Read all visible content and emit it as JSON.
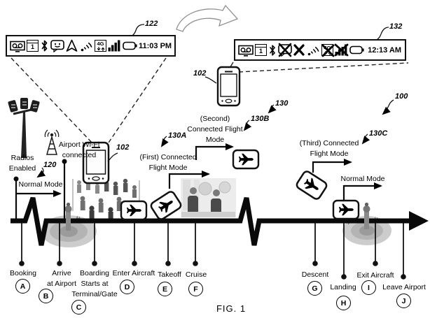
{
  "figure": {
    "caption": "FIG. 1",
    "system_ref": "100"
  },
  "status_bars": {
    "normal": {
      "ref": "122",
      "time": "11:03 PM",
      "calendar_day": "1",
      "network_label": "4G",
      "icons": [
        "voicemail-icon",
        "calendar-icon",
        "bluetooth-icon",
        "chat-icon",
        "gps-icon",
        "wireless-signal-icon",
        "4g-data-icon",
        "signal-bars-icon",
        "battery-icon"
      ]
    },
    "flight_mode": {
      "ref": "132",
      "time": "12:13 AM",
      "calendar_day": "1",
      "network_label": "4G",
      "icons": [
        "voicemail-icon",
        "calendar-icon",
        "bluetooth-icon",
        "chat-disabled-icon",
        "gps-disabled-icon",
        "wireless-signal-icon",
        "4g-disabled-icon",
        "signal-bars-disabled-icon",
        "battery-icon"
      ]
    }
  },
  "phones": {
    "left_ref": "102",
    "right_ref": "102"
  },
  "annotations": {
    "radios_enabled": {
      "lines": [
        "Radios",
        "Enabled"
      ],
      "ref": "120"
    },
    "normal_mode_left": {
      "label": "Normal Mode"
    },
    "airport_wifi": {
      "lines": [
        "Airport Wi-Fi",
        "connected"
      ]
    },
    "first_cfm": {
      "lines": [
        "(First) Connected",
        "Flight Mode"
      ],
      "ref": "130A"
    },
    "second_cfm": {
      "lines": [
        "(Second)",
        "Connected Flight",
        "Mode"
      ],
      "ref": "130B"
    },
    "third_cfm": {
      "lines": [
        "(Third) Connected",
        "Flight Mode"
      ],
      "ref": "130C"
    },
    "normal_mode_right": {
      "label": "Normal Mode"
    },
    "flight_modes_ref": "130"
  },
  "timeline": {
    "events": [
      {
        "letter": "A",
        "lines": [
          "Booking"
        ]
      },
      {
        "letter": "B",
        "lines": [
          "Arrive",
          "at Airport"
        ]
      },
      {
        "letter": "C",
        "lines": [
          "Boarding",
          "Starts at",
          "Terminal/Gate"
        ]
      },
      {
        "letter": "D",
        "lines": [
          "Enter Aircraft"
        ]
      },
      {
        "letter": "E",
        "lines": [
          "Takeoff"
        ]
      },
      {
        "letter": "F",
        "lines": [
          "Cruise"
        ]
      },
      {
        "letter": "G",
        "lines": [
          "Descent"
        ]
      },
      {
        "letter": "H",
        "lines": [
          "Landing"
        ]
      },
      {
        "letter": "I",
        "lines": [
          "Exit Aircraft"
        ]
      },
      {
        "letter": "J",
        "lines": [
          "Leave Airport"
        ]
      }
    ]
  },
  "colors": {
    "ink": "#000000",
    "photo_gray": "#c9c9c9",
    "background": "#ffffff"
  }
}
